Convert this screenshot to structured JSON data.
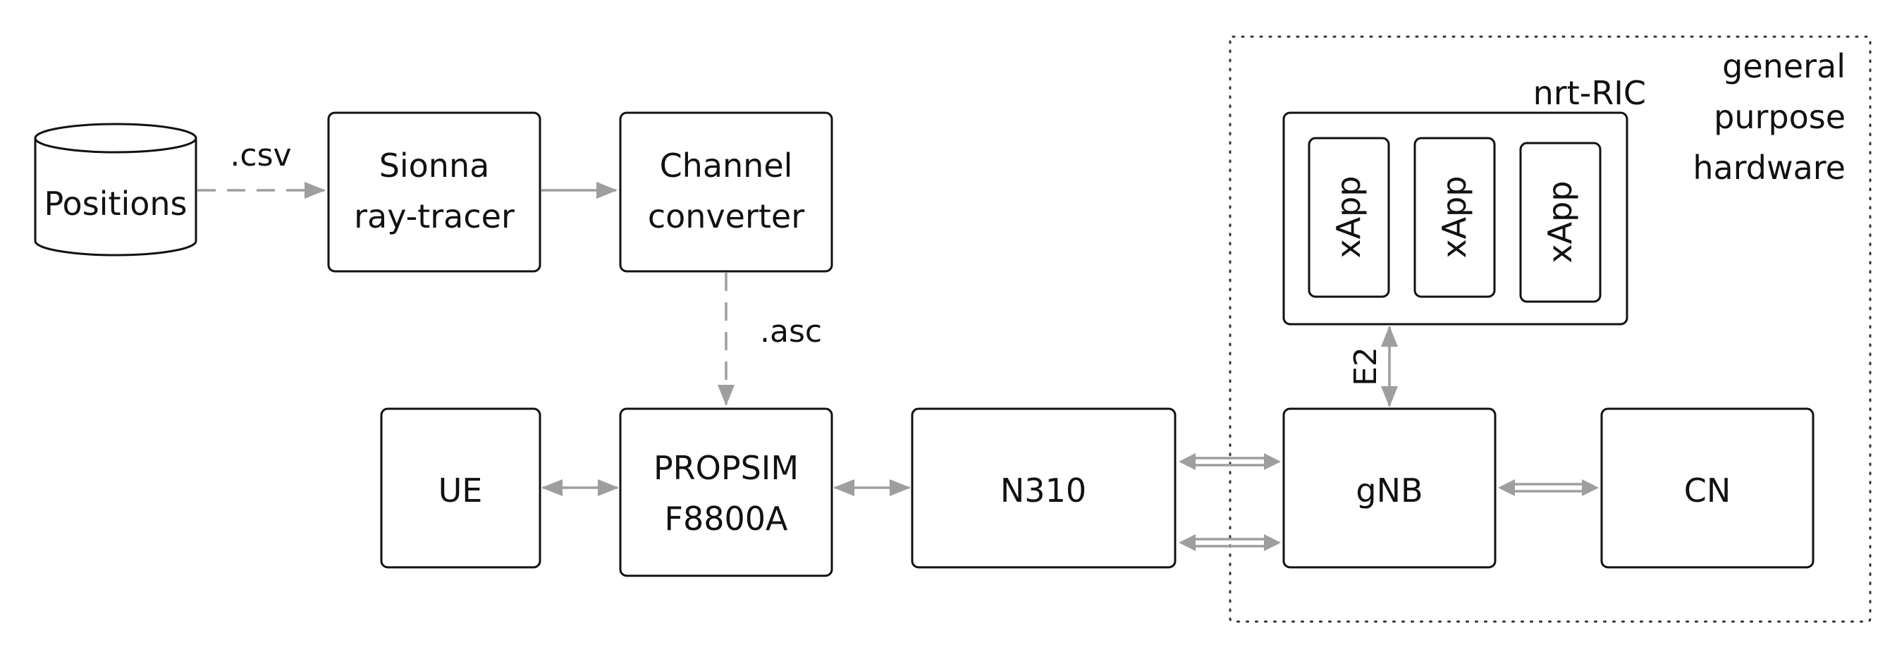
{
  "nodes": {
    "positions": "Positions",
    "sionna": [
      "Sionna",
      "ray-tracer"
    ],
    "channel": [
      "Channel",
      "converter"
    ],
    "ue": "UE",
    "propsim": [
      "PROPSIM",
      "F8800A"
    ],
    "n310": "N310",
    "gnb": "gNB",
    "cn": "CN",
    "ric": "nrt-RIC",
    "xapps": [
      "xApp",
      "xApp",
      "xApp"
    ]
  },
  "edges": {
    "csv": ".csv",
    "asc": ".asc",
    "e2": "E2"
  },
  "region": {
    "lines": [
      "general",
      "purpose",
      "hardware"
    ]
  },
  "colors": {
    "stroke": "#111111",
    "connector": "#9e9e9e",
    "background": "#ffffff"
  }
}
